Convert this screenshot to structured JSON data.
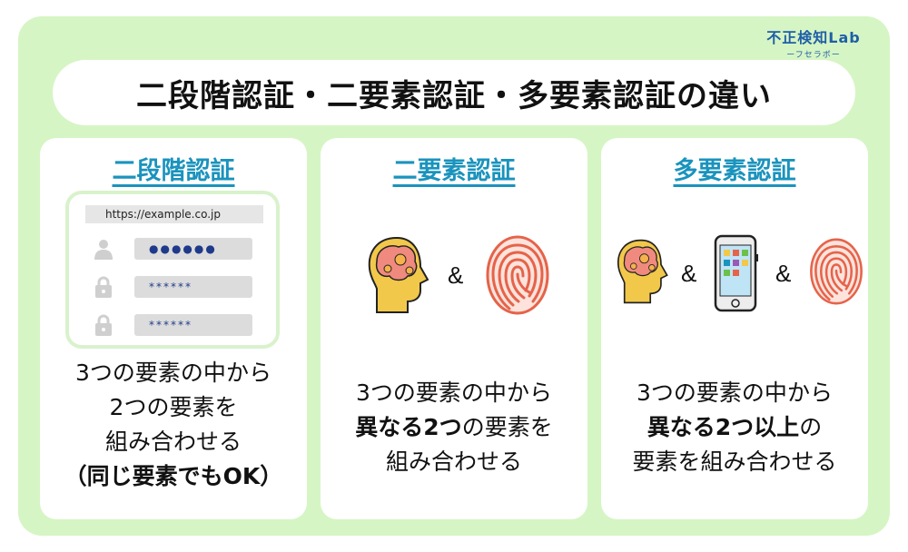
{
  "logo": {
    "main": "不正検知Lab",
    "sub": "ーフセラボー"
  },
  "title": "二段階認証・二要素認証・多要素認証の違い",
  "cards": [
    {
      "title": "二段階認証",
      "browser": {
        "url": "https://example.co.jp",
        "fields": [
          "●●●●●●",
          "******",
          "******"
        ]
      },
      "desc": [
        "3つの要素の中から",
        "2つの要素を",
        "組み合わせる",
        "（同じ要素でもOK）"
      ]
    },
    {
      "title": "二要素認証",
      "amp": "&",
      "desc": {
        "line1": "3つの要素の中から",
        "line2_bold": "異なる2つ",
        "line2_rest": "の要素を",
        "line3": "組み合わせる"
      }
    },
    {
      "title": "多要素認証",
      "amps": [
        "&",
        "&"
      ],
      "desc": {
        "line1": "3つの要素の中から",
        "line2_bold": "異なる2つ以上",
        "line2_rest": "の",
        "line3": "要素を組み合わせる"
      }
    }
  ],
  "colors": {
    "background": "#d6f5c4",
    "card": "#ffffff",
    "accent_title": "#1a93bd",
    "logo": "#1f5fa8",
    "head": "#f2c84b",
    "fingerprint": "#e5634a"
  },
  "icons": [
    "user-icon",
    "lock-icon",
    "brain-head-icon",
    "fingerprint-icon",
    "smartphone-icon"
  ]
}
